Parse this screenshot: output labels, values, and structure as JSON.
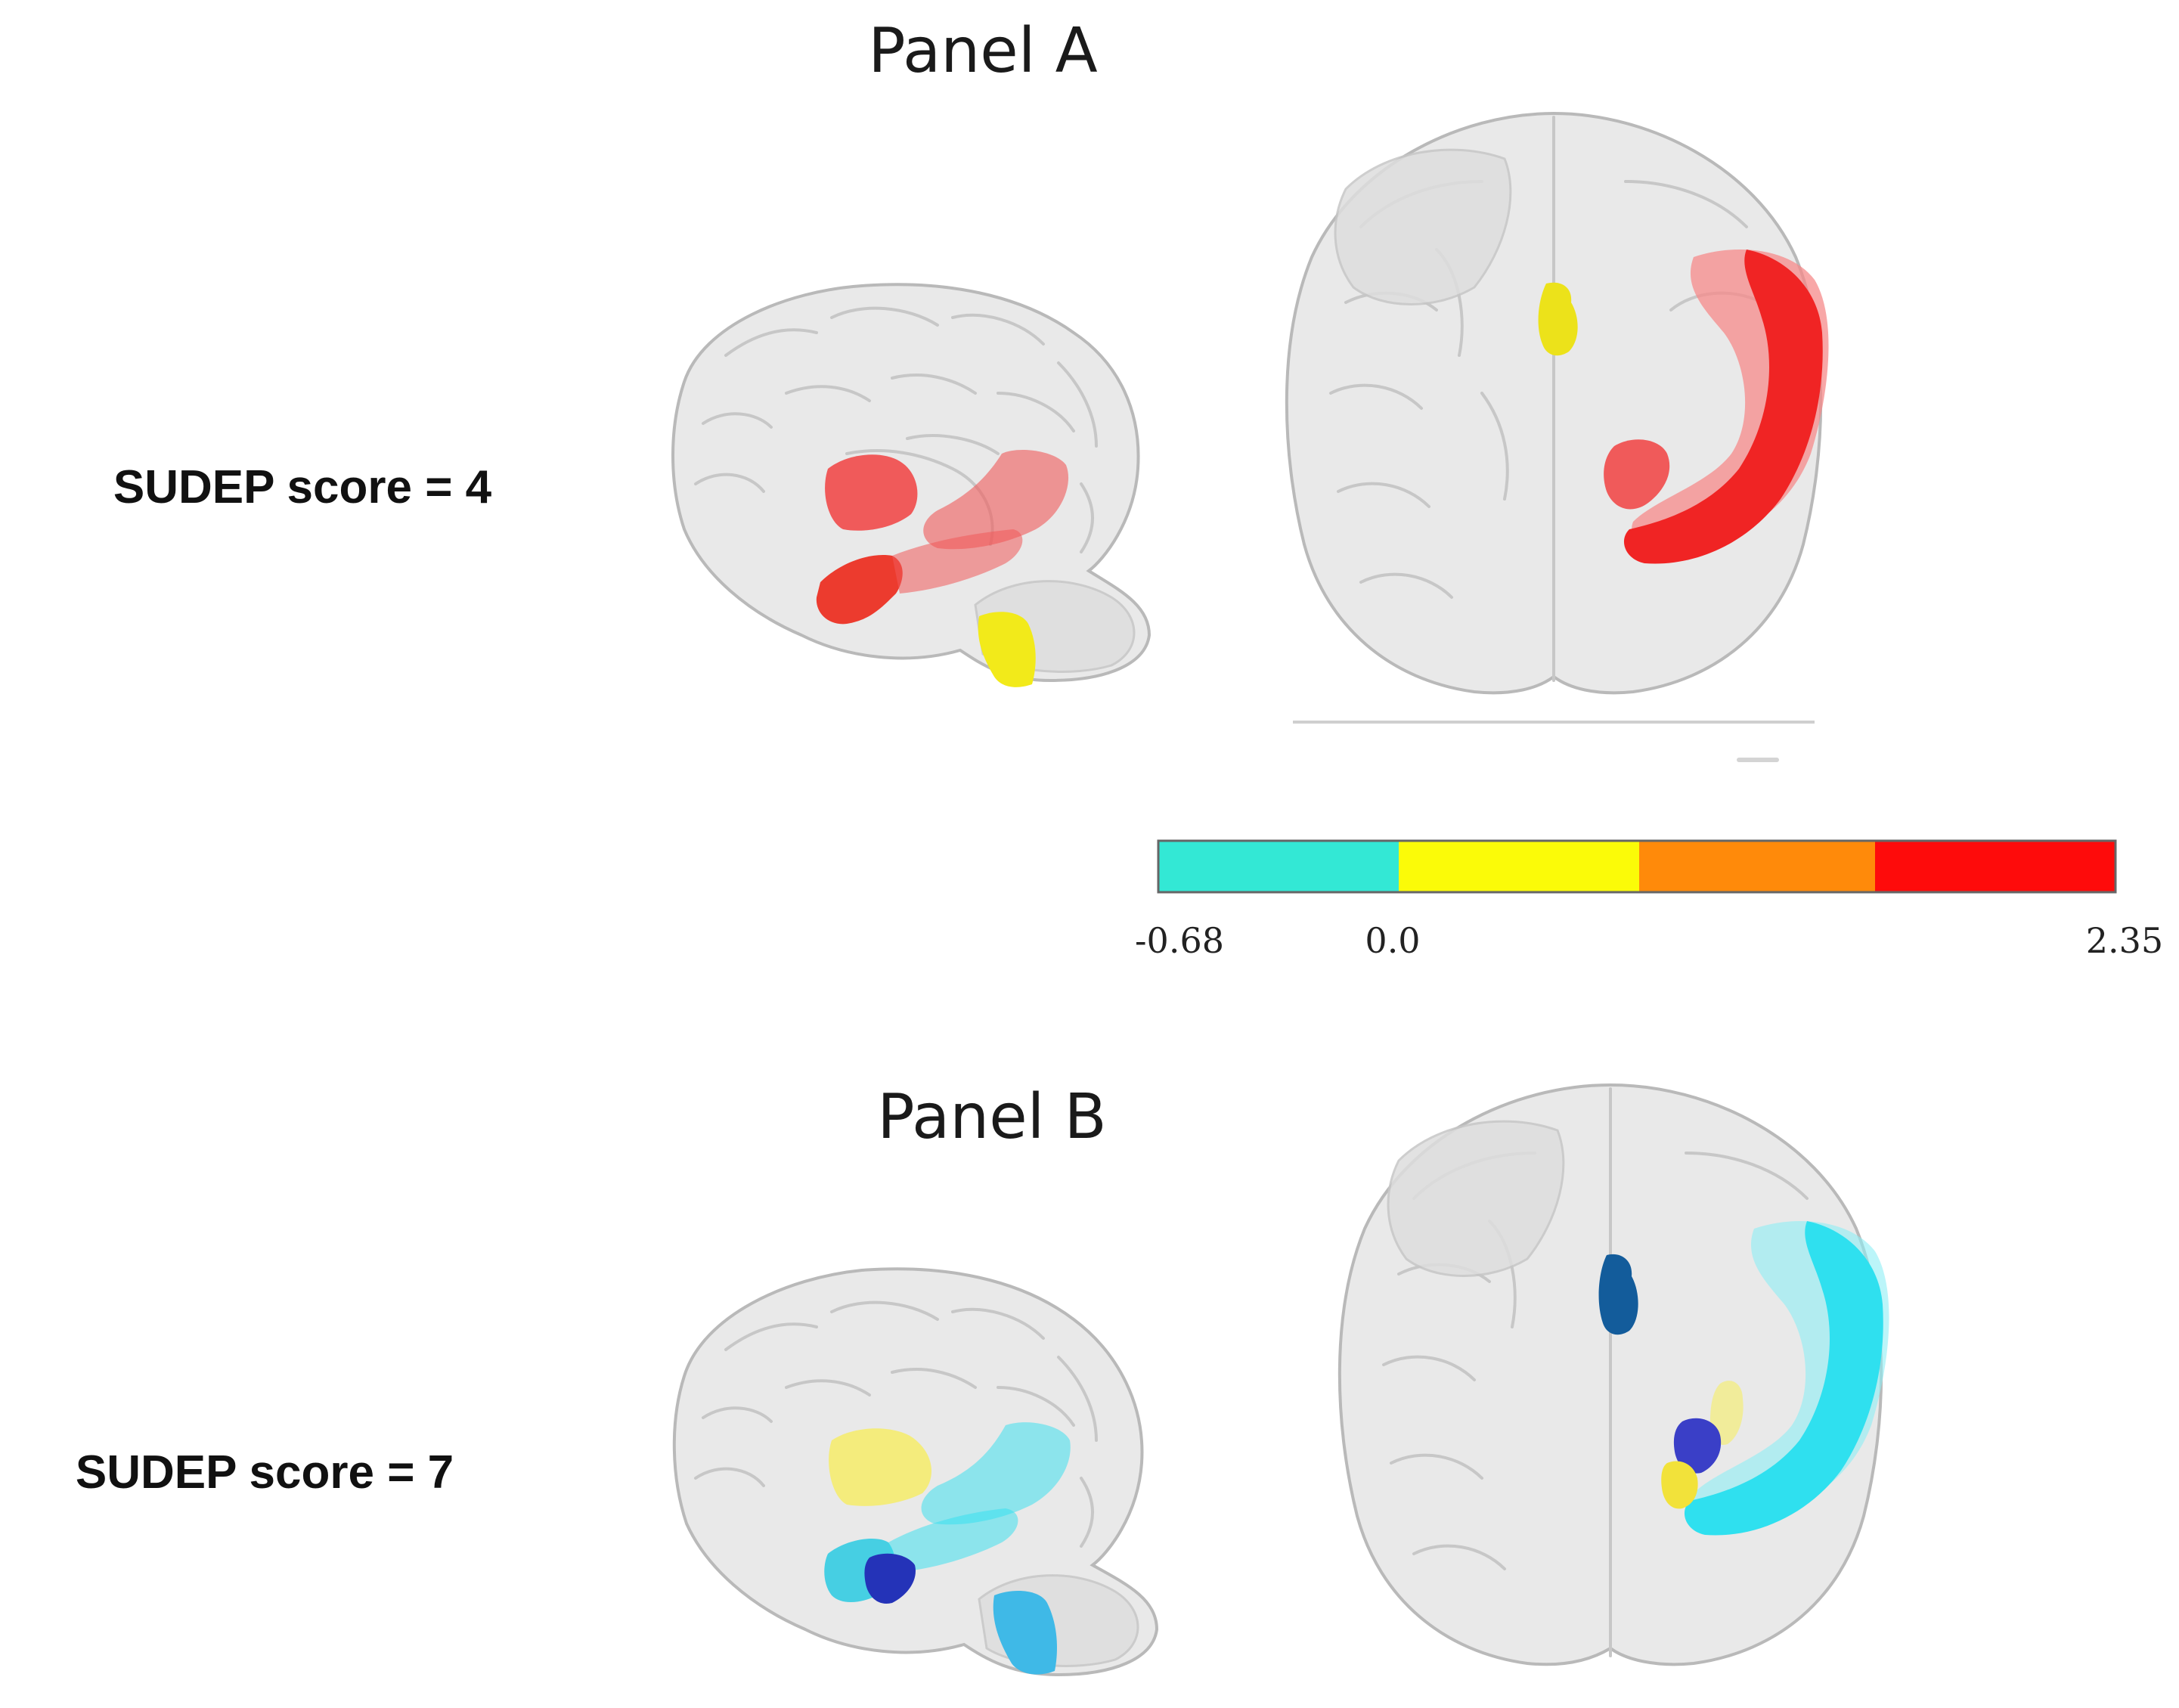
{
  "panels": [
    {
      "title": "Panel A",
      "score_label": "SUDEP score = 4",
      "colors": {
        "insula": "#f05a5a",
        "amygdala_hippocampus": "#ec3b2e",
        "posterior_structure": "#f2ea1a",
        "midline_structure": "#ece21a",
        "temporal_arc": "#f02424",
        "temporal_arc_light": "#f58a8a"
      }
    },
    {
      "title": "Panel  B",
      "score_label": "SUDEP score = 7",
      "colors": {
        "insula": "#f4ec7c",
        "amygdala_hippocampus": "#46cfe3",
        "deep_structure": "#2433b8",
        "posterior_structure": "#3fb9e7",
        "midline_structure": "#135c9b",
        "temporal_arc": "#2fe0ef",
        "temporal_arc_light": "#8eeef5",
        "small_structure_top": "#f3ec86",
        "small_structure_mid": "#3a3fc7",
        "small_structure_low": "#f2e23a"
      }
    }
  ],
  "colorbar": {
    "segments": [
      "#33e8d5",
      "#fbfb08",
      "#ff8a0a",
      "#fe0b0b"
    ],
    "tick_labels": [
      "-0.68",
      "0.0",
      "2.35"
    ]
  }
}
